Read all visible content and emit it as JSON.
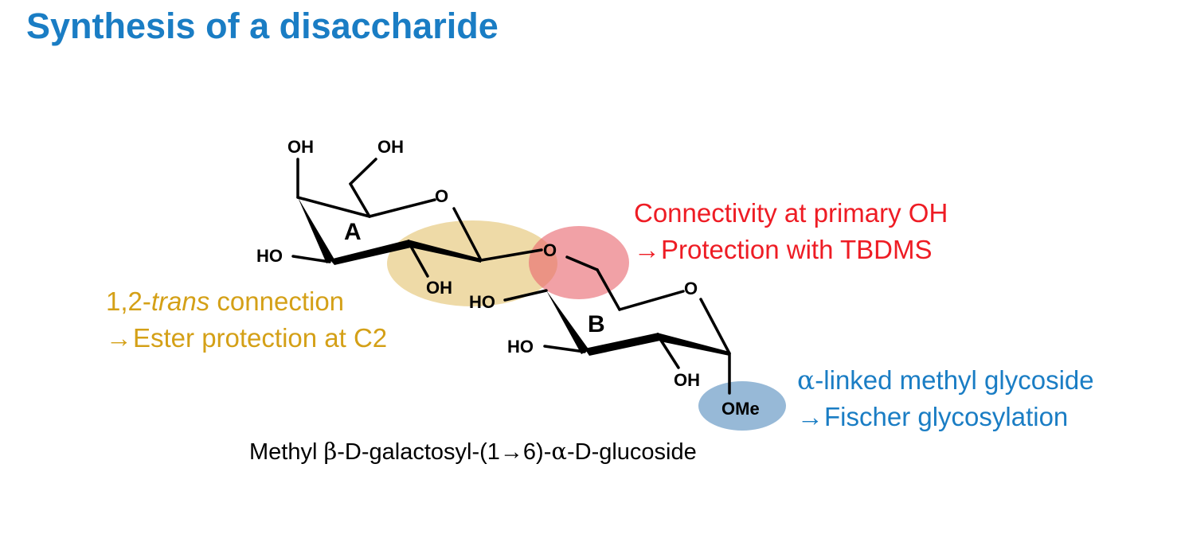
{
  "title": "Synthesis of a disaccharide",
  "atoms": {
    "oh_top_left": "OH",
    "oh_top_right": "OH",
    "o_ring_a": "O",
    "ho_a": "HO",
    "oh_c2_a": "OH",
    "o_link": "O",
    "ho_b_upper": "HO",
    "o_ring_b": "O",
    "ho_b_lower": "HO",
    "oh_b": "OH",
    "ome": "OMe"
  },
  "ring_labels": {
    "a": "A",
    "b": "B"
  },
  "annotations": {
    "primary_oh": {
      "line1": "Connectivity at primary OH",
      "line2": "Protection with TBDMS",
      "color": "#ee1c24"
    },
    "trans": {
      "line1_prefix": "1,2-",
      "line1_italic": "trans",
      "line1_suffix": " connection",
      "line2": "Ester protection at C2",
      "color": "#d4a017"
    },
    "alpha": {
      "line1_symbol": "α",
      "line1_rest": "-linked methyl glycoside",
      "line2": "Fischer glycosylation",
      "color": "#1a7dc4"
    },
    "arrow_symbol": "→"
  },
  "caption": {
    "part1": "Methyl ",
    "beta": "β",
    "part2": "-D-galactosyl-(1",
    "arrow": "→",
    "part3": "6)-",
    "alpha": "α",
    "part4": "-D-glucoside"
  },
  "highlight_colors": {
    "gold": "#d9ad3c",
    "red": "#e8686f",
    "blue": "#6f9ec8"
  }
}
